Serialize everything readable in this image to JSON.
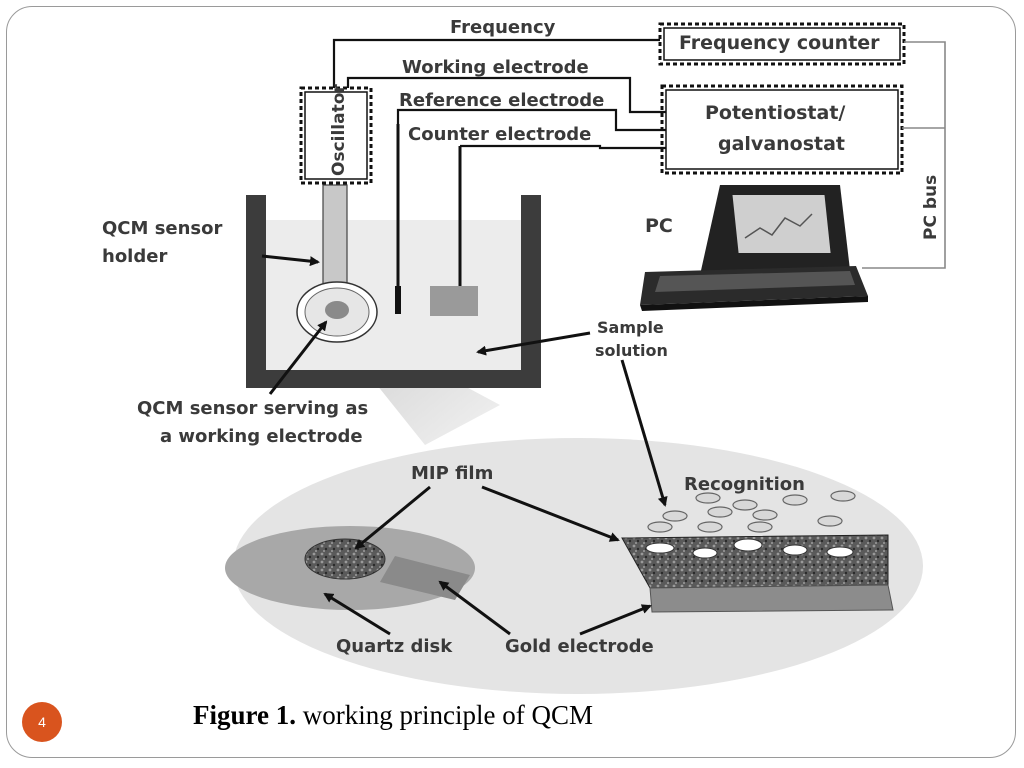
{
  "diagram": {
    "signals": {
      "frequency": "Frequency",
      "working_electrode": "Working electrode",
      "reference_electrode": "Reference electrode",
      "counter_electrode": "Counter electrode"
    },
    "devices": {
      "frequency_counter": "Frequency counter",
      "potentiostat_line1": "Potentiostat/",
      "potentiostat_line2": "galvanostat",
      "oscillator": "Oscillator",
      "pc": "PC",
      "pc_bus": "PC bus"
    },
    "cell": {
      "qcm_holder_line1": "QCM sensor",
      "qcm_holder_line2": "holder",
      "sensor_line1": "QCM sensor serving as",
      "sensor_line2": "a working electrode",
      "sample_line1": "Sample",
      "sample_line2": "solution"
    },
    "zoom": {
      "mip_film": "MIP film",
      "recognition": "Recognition",
      "quartz_disk": "Quartz disk",
      "gold_electrode": "Gold electrode"
    }
  },
  "caption": {
    "bold": "Figure 1.",
    "text": " working  principle of QCM"
  },
  "page_number": "4"
}
